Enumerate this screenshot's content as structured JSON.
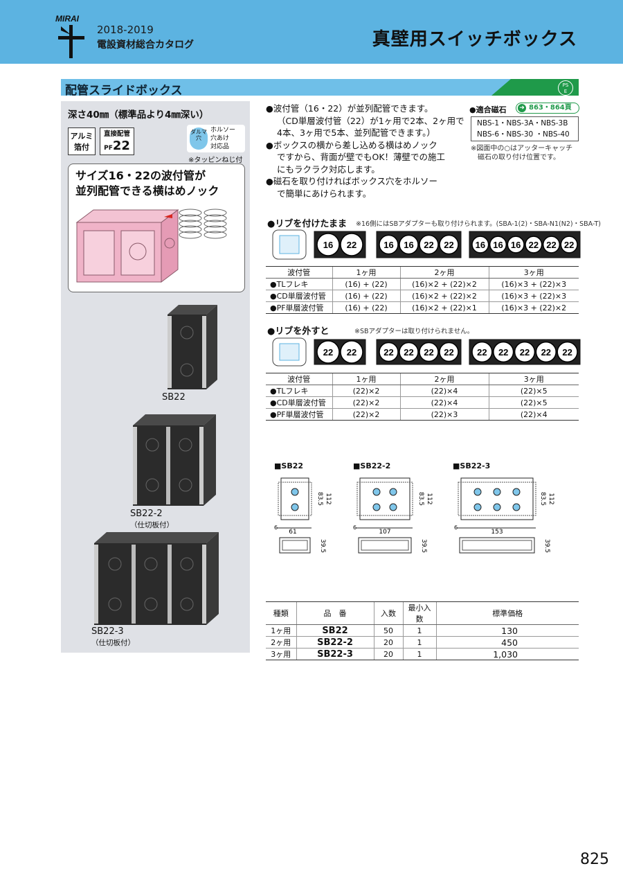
{
  "header": {
    "logo_text": "MIRAI",
    "year": "2018-2019",
    "catalog": "電設資材総合カタログ",
    "page_title": "真壁用スイッチボックス"
  },
  "section": {
    "title": "配管スライドボックス",
    "pse_top": "PS",
    "pse_bottom": "E"
  },
  "left": {
    "depth_note": "深さ40㎜（標準品より4㎜深い）",
    "badge_alu": [
      "アルミ",
      "箔付"
    ],
    "badge_pf_top": "直接配管",
    "badge_pf_prefix": "PF",
    "badge_pf_num": "22",
    "hol_circle": "ダルマ穴",
    "hol_text": [
      "ホルソー",
      "穴あけ",
      "対応品"
    ],
    "tapping_note": "※タッピンねじ付",
    "callout": [
      "サイズ16・22の波付管が",
      "並列配管できる横はめノック"
    ],
    "products": [
      {
        "label": "SB22",
        "sub": ""
      },
      {
        "label": "SB22-2",
        "sub": "（仕切板付）"
      },
      {
        "label": "SB22-3",
        "sub": "（仕切板付）"
      }
    ]
  },
  "bullets": [
    "●波付管（16・22）が並列配管できます。",
    "（CD単層波付管（22）が1ヶ用で2本、2ヶ用で",
    "4本、3ヶ用で5本、並列配管できます。）",
    "●ボックスの横から差し込める横はめノック",
    "ですから、背面が壁でもOK！薄壁での施工",
    "にもラクラク対応します。",
    "●磁石を取り付ければボックス穴をホルソー",
    "で簡単にあけられます。"
  ],
  "magnet": {
    "head": "●適合磁石",
    "ref": "863・864頁",
    "ref_arrow": "➜",
    "models": [
      "NBS-1・NBS-3A・NBS-3B",
      "NBS-6・NBS-30 ・NBS-40"
    ],
    "note": [
      "※図面中の○はアッターキャッチ",
      "　磁石の取り付け位置です。"
    ]
  },
  "rib_on": {
    "head": "●リブを付けたまま",
    "note": "※16側にはSBアダプターも取り付けられます。(SBA-1(2)・SBA-N1(N2)・SBA-T)",
    "diagram_labels": [
      [
        "16",
        "22"
      ],
      [
        "16",
        "16",
        "22",
        "22"
      ],
      [
        "16",
        "16",
        "16",
        "22",
        "22",
        "22"
      ]
    ],
    "table": {
      "headers": [
        "波付管",
        "1ヶ用",
        "2ヶ用",
        "3ヶ用"
      ],
      "rows": [
        [
          "●TLフレキ",
          "(16) + (22)",
          "(16)×2 + (22)×2",
          "(16)×3 + (22)×3"
        ],
        [
          "●CD単層波付管",
          "(16) + (22)",
          "(16)×2 + (22)×2",
          "(16)×3 + (22)×3"
        ],
        [
          "●PF単層波付管",
          "(16) + (22)",
          "(16)×2 + (22)×1",
          "(16)×3 + (22)×2"
        ]
      ]
    }
  },
  "rib_off": {
    "head": "●リブを外すと",
    "note": "※SBアダプターは取り付けられません。",
    "diagram_labels": [
      [
        "22",
        "22"
      ],
      [
        "22",
        "22",
        "22",
        "22"
      ],
      [
        "22",
        "22",
        "22",
        "22",
        "22"
      ]
    ],
    "table": {
      "headers": [
        "波付管",
        "1ヶ用",
        "2ヶ用",
        "3ヶ用"
      ],
      "rows": [
        [
          "●TLフレキ",
          "(22)×2",
          "(22)×4",
          "(22)×5"
        ],
        [
          "●CD単層波付管",
          "(22)×2",
          "(22)×4",
          "(22)×5"
        ],
        [
          "●PF単層波付管",
          "(22)×2",
          "(22)×3",
          "(22)×4"
        ]
      ]
    }
  },
  "dims": [
    {
      "title": "■SB22",
      "width": "61",
      "h1": "83.5",
      "h2": "112",
      "depth": "39.5",
      "side": "6"
    },
    {
      "title": "■SB22-2",
      "width": "107",
      "h1": "83.5",
      "h2": "112",
      "depth": "39.5",
      "side": "6"
    },
    {
      "title": "■SB22-3",
      "width": "153",
      "h1": "83.5",
      "h2": "112",
      "depth": "39.5",
      "side": "6"
    }
  ],
  "price_table": {
    "headers": [
      "種類",
      "品　番",
      "入数",
      "最小入数",
      "標準価格"
    ],
    "rows": [
      [
        "1ヶ用",
        "SB22",
        "50",
        "1",
        "130"
      ],
      [
        "2ヶ用",
        "SB22-2",
        "20",
        "1",
        "450"
      ],
      [
        "3ヶ用",
        "SB22-3",
        "20",
        "1",
        "1,030"
      ]
    ]
  },
  "page_number": "825",
  "colors": {
    "band": "#5cb3e1",
    "section": "#6fbfe8",
    "green": "#1f9a4a",
    "panel": "#dfe1e6"
  }
}
